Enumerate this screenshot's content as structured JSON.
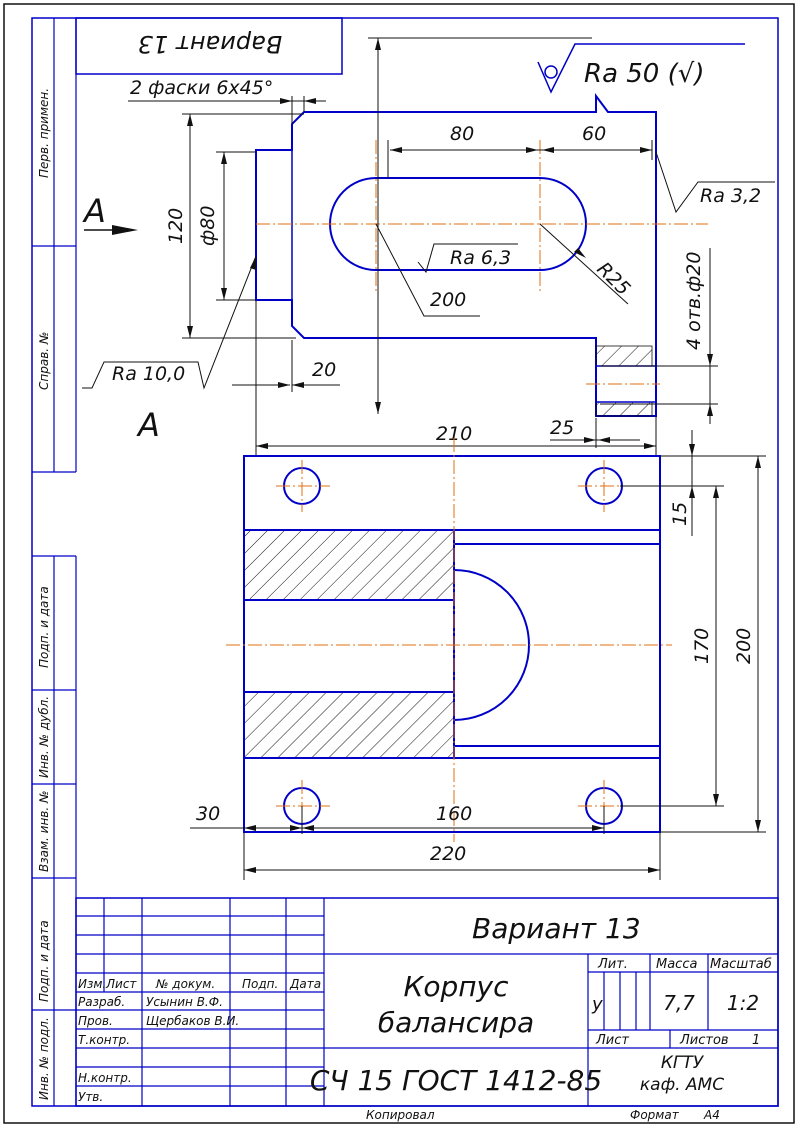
{
  "colors": {
    "outline": "#0000c8",
    "axis": "#e07010",
    "text": "#111111"
  },
  "top_stamp": {
    "variant_mirrored": "Вариант 13",
    "roughness_main": "Ra 50 (√)"
  },
  "view_labels": {
    "arrow": "А",
    "section": "А"
  },
  "dimensions": {
    "chamfers": "2 фаски 6x45°",
    "d80": "80",
    "d60": "60",
    "ra32": "Ra 3,2",
    "ra63": "Ra 6,3",
    "r25": "R25",
    "d200_leader": "200",
    "d120": "120",
    "phi80": "ф80",
    "holes": "4 отв.ф20",
    "ra10": "Ra 10,0",
    "d20": "20",
    "d210": "210",
    "d25": "25",
    "d15": "15",
    "d170": "170",
    "d200": "200",
    "d30": "30",
    "d160": "160",
    "d220": "220"
  },
  "side_stamps": [
    "Перв. примен.",
    "Справ. №",
    "Подп. и дата",
    "Инв. № дубл.",
    "Взам. инв. №",
    "Подп. и дата",
    "Инв. № подл."
  ],
  "title_block": {
    "variant": "Вариант 13",
    "name_line1": "Корпус",
    "name_line2": "балансира",
    "material": "СЧ 15 ГОСТ 1412-85",
    "org_line1": "КГТУ",
    "org_line2": "каф. АМС",
    "col_headers": [
      "Изм.",
      "Лист",
      "№ докум.",
      "Подп.",
      "Дата"
    ],
    "roles": [
      "Разраб.",
      "Пров.",
      "Т.контр.",
      "Н.контр.",
      "Утв."
    ],
    "developer": "Усынин В.Ф.",
    "checker": "Щербаков В.И.",
    "lit_label": "Лит.",
    "mass_label": "Масса",
    "scale_label": "Масштаб",
    "lit_value": "у",
    "mass_value": "7,7",
    "scale_value": "1:2",
    "sheet_label": "Лист",
    "sheets_label": "Листов",
    "sheets_value": "1"
  },
  "footer": {
    "copied": "Копировал",
    "format_label": "Формат",
    "format_value": "A4"
  }
}
